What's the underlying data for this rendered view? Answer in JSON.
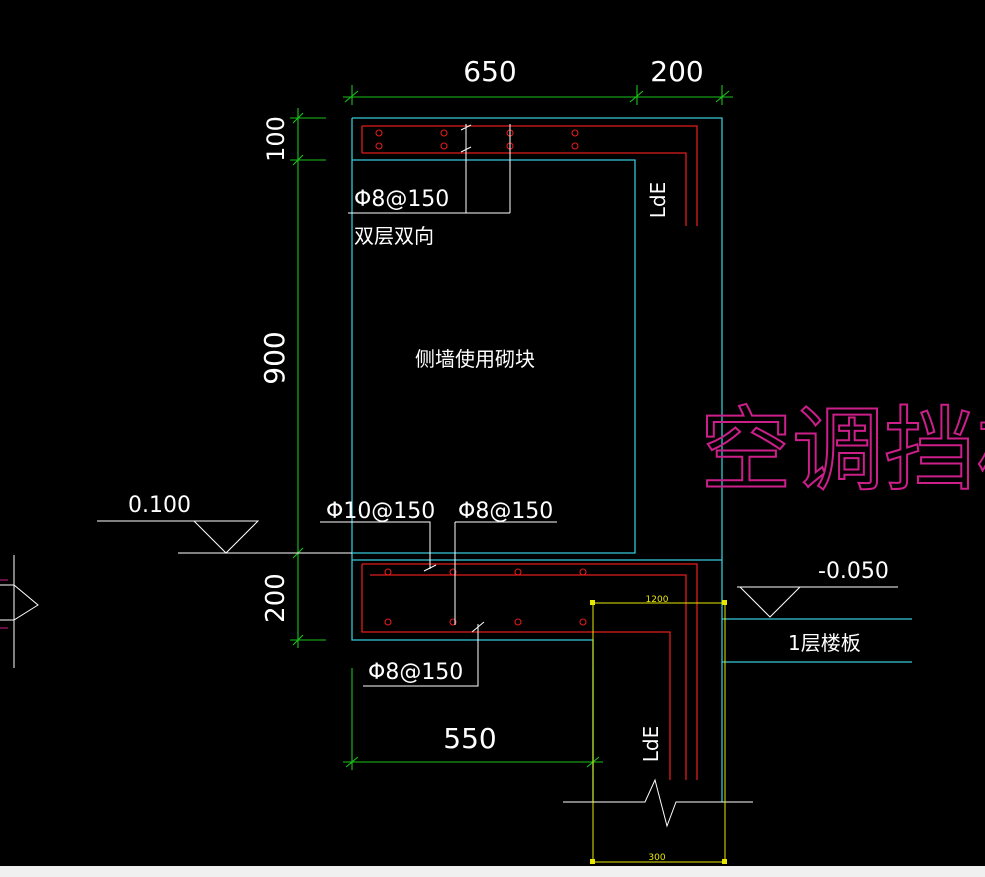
{
  "colors": {
    "background": "#000000",
    "outline": "#35c8d8",
    "rebar": "#e01c1c",
    "dimension": "#19c419",
    "text": "#ffffff",
    "title": "#cc1f8a",
    "highlight": "#e8e800",
    "elevation": "#ffffff"
  },
  "dimensions": {
    "top_left": "650",
    "top_right": "200",
    "left_top": "100",
    "left_mid": "900",
    "left_bottom": "200",
    "bottom": "550",
    "yellow_top": "1200",
    "yellow_bottom": "300"
  },
  "elevations": {
    "left": "0.100",
    "right": "-0.050"
  },
  "rebar_labels": {
    "top_slab": "Φ8@150",
    "top_slab_note": "双层双向",
    "bottom_left": "Φ10@150",
    "bottom_right": "Φ8@150",
    "bottom_under": "Φ8@150",
    "anchor_top": "LdE",
    "anchor_bottom": "LdE"
  },
  "labels": {
    "center": "侧墙使用砌块",
    "floor_slab": "1层楼板",
    "title": "空调挡板"
  }
}
